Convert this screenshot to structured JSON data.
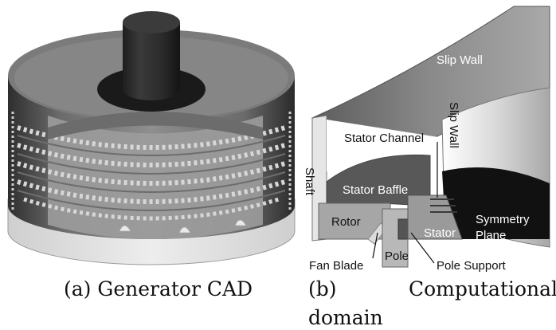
{
  "captions": {
    "a": "(a) Generator CAD",
    "b_label": "(b)",
    "b_word1": "Computational",
    "b_word2": "domain"
  },
  "labels": {
    "slip_wall_top": "Slip Wall",
    "slip_wall_side": "Slip Wall",
    "stator_channel": "Stator Channel",
    "shaft": "Shaft",
    "stator_baffle": "Stator Baffle",
    "rotor": "Rotor",
    "stator": "Stator",
    "symmetry_plane_1": "Symmetry",
    "symmetry_plane_2": "Plane",
    "fan_blade": "Fan Blade",
    "pole": "Pole",
    "pole_support": "Pole Support"
  }
}
